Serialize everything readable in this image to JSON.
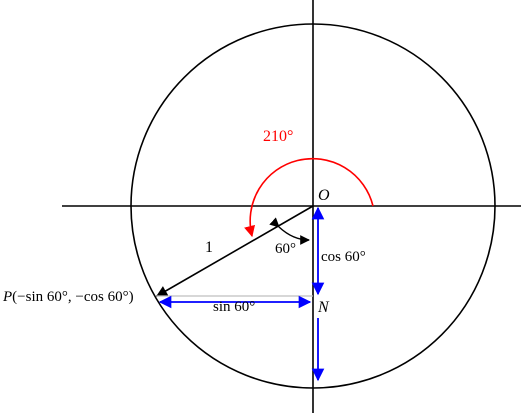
{
  "labels": {
    "origin": "O",
    "angle_main": "210°",
    "radius": "1",
    "angle_small": "60°",
    "cos_label": "cos 60°",
    "sin_label": "sin 60°",
    "point_n": "N",
    "point_p_name": "P",
    "point_p_coords": "(−sin 60°, −cos 60°)"
  },
  "colors": {
    "angle_arc": "#ff0000",
    "component_arrows": "#0000ff",
    "lines": "#000000"
  }
}
